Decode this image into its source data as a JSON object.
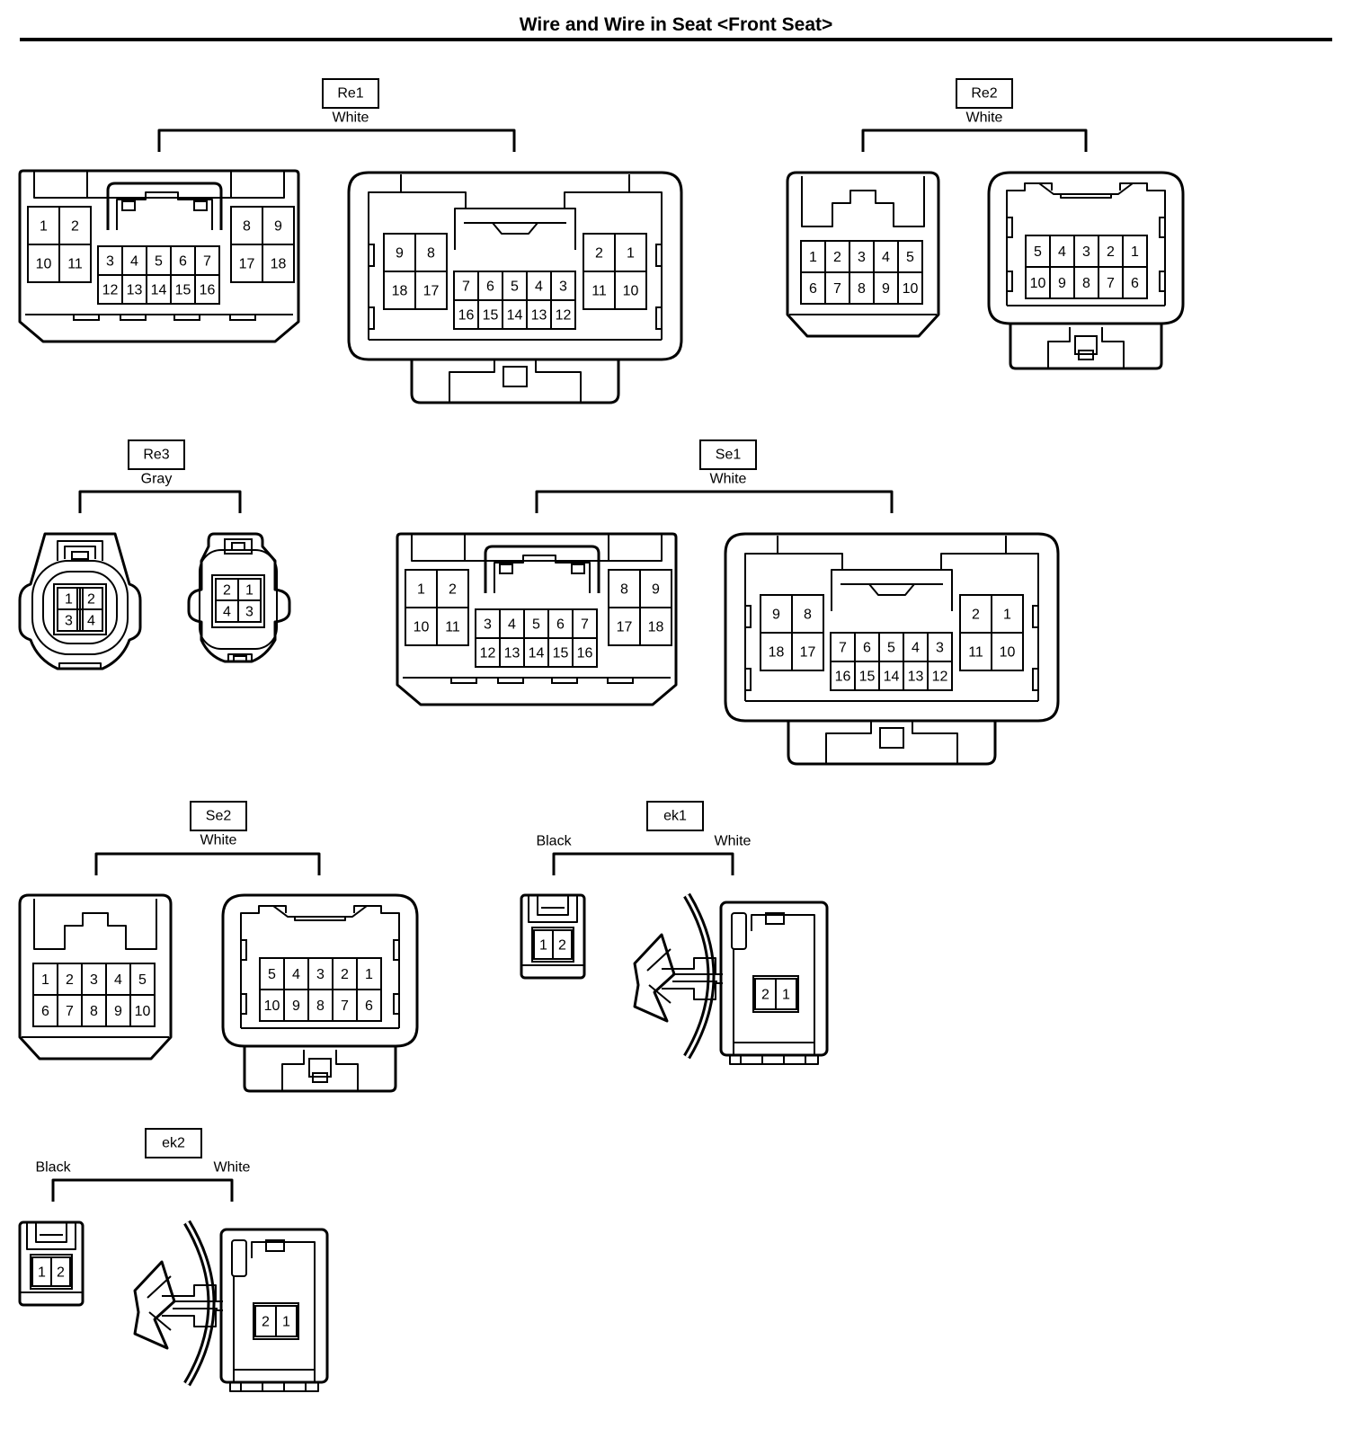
{
  "page": {
    "title": "Wire and Wire in Seat <Front Seat>"
  },
  "colors": {
    "line": "#000000",
    "background": "#ffffff"
  },
  "connectors": {
    "Re1": {
      "label": "Re1",
      "color": "White"
    },
    "Re2": {
      "label": "Re2",
      "color": "White"
    },
    "Re3": {
      "label": "Re3",
      "color": "Gray"
    },
    "Se1": {
      "label": "Se1",
      "color": "White"
    },
    "Se2": {
      "label": "Se2",
      "color": "White"
    },
    "ek1": {
      "label": "ek1",
      "left_color": "Black",
      "right_color": "White"
    },
    "ek2": {
      "label": "ek2",
      "left_color": "Black",
      "right_color": "White"
    }
  },
  "pinouts": {
    "big18_left": {
      "left_grid": [
        [
          "1",
          "2"
        ],
        [
          "10",
          "11"
        ]
      ],
      "right_grid": [
        [
          "8",
          "9"
        ],
        [
          "17",
          "18"
        ]
      ],
      "center_grid": [
        [
          "3",
          "4",
          "5",
          "6",
          "7"
        ],
        [
          "12",
          "13",
          "14",
          "15",
          "16"
        ]
      ]
    },
    "big18_right": {
      "left_grid": [
        [
          "9",
          "8"
        ],
        [
          "18",
          "17"
        ]
      ],
      "right_grid": [
        [
          "2",
          "1"
        ],
        [
          "11",
          "10"
        ]
      ],
      "center_grid": [
        [
          "7",
          "6",
          "5",
          "4",
          "3"
        ],
        [
          "16",
          "15",
          "14",
          "13",
          "12"
        ]
      ]
    },
    "ten_left": [
      [
        "1",
        "2",
        "3",
        "4",
        "5"
      ],
      [
        "6",
        "7",
        "8",
        "9",
        "10"
      ]
    ],
    "ten_right": [
      [
        "5",
        "4",
        "3",
        "2",
        "1"
      ],
      [
        "10",
        "9",
        "8",
        "7",
        "6"
      ]
    ],
    "four_left": [
      [
        "1",
        "2"
      ],
      [
        "3",
        "4"
      ]
    ],
    "four_right": [
      [
        "2",
        "1"
      ],
      [
        "4",
        "3"
      ]
    ],
    "two_left": [
      "1",
      "2"
    ],
    "two_right": [
      "2",
      "1"
    ]
  }
}
